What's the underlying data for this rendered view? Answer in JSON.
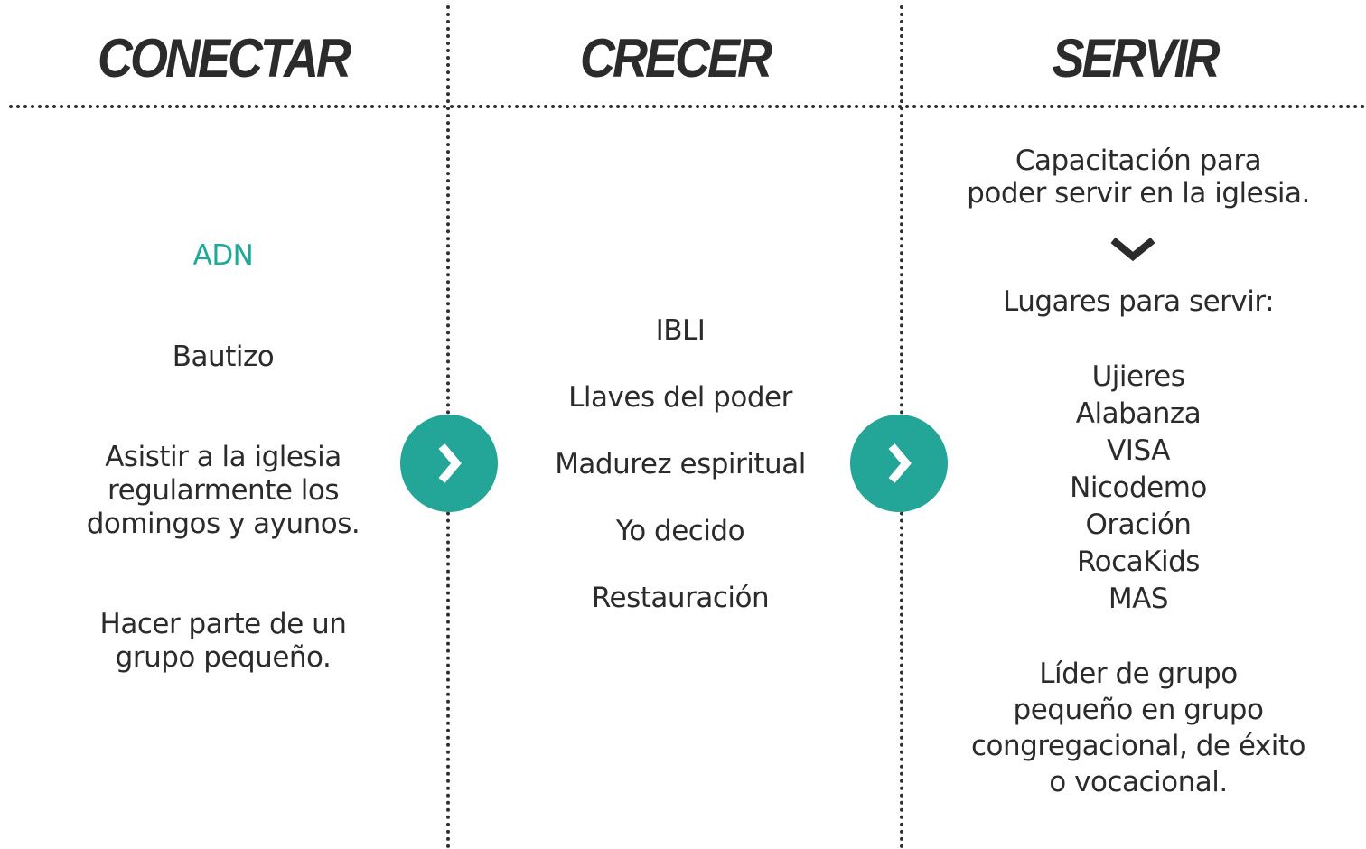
{
  "columns": {
    "conectar": {
      "title": "CONECTAR",
      "items": {
        "adn": "ADN",
        "bautizo": "Bautizo",
        "asistir": [
          "Asistir a la iglesia",
          "regularmente los",
          "domingos y ayunos."
        ],
        "grupo": [
          "Hacer parte de un",
          "grupo pequeño."
        ]
      }
    },
    "crecer": {
      "title": "CRECER",
      "items": [
        "IBLI",
        "Llaves del poder",
        "Madurez espiritual",
        "Yo decido",
        "Restauración"
      ]
    },
    "servir": {
      "title": "SERVIR",
      "capacitacion": [
        "Capacitación para",
        "poder servir en la iglesia."
      ],
      "lugares_label": "Lugares para servir:",
      "lugares": [
        "Ujieres",
        "Alabanza",
        "VISA",
        "Nicodemo",
        "Oración",
        "RocaKids",
        "MAS"
      ],
      "lider": [
        "Líder de grupo",
        "pequeño  en grupo",
        "congregacional, de éxito",
        "o vocacional."
      ]
    }
  },
  "colors": {
    "accent": "#1fa99b",
    "arrow_fill": "#23a597",
    "text": "#2b2b2b"
  },
  "icons": {
    "arrow": "chevron-right-icon",
    "divider": "chevron-down-icon"
  }
}
